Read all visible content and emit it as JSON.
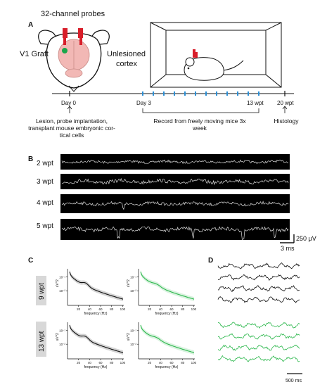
{
  "panel_a": {
    "letter": "A",
    "probes_label": "32-channel probes",
    "graft_label": "V1 Graft",
    "unlesioned_label_1": "Unlesioned",
    "unlesioned_label_2": "cortex",
    "timeline": {
      "day0": "Day 0",
      "day3": "Day 3",
      "wpt13": "13 wpt",
      "wpt20": "20 wpt",
      "lesion_text": [
        "Lesion, probe implantation,",
        "transplant mouse embryonic cor-",
        "tical cells"
      ],
      "record_text": [
        "Record from freely moving mice 3x",
        "week"
      ],
      "histology": "Histology"
    },
    "colors": {
      "probe": "#d81e2a",
      "graft": "#19a64a",
      "brain": "#f2b8b5",
      "tick": "#2b8fd6"
    }
  },
  "panel_b": {
    "letter": "B",
    "rows": [
      {
        "label": "2 wpt",
        "spikes": []
      },
      {
        "label": "3 wpt",
        "spikes": []
      },
      {
        "label": "4 wpt",
        "spikes": [
          0.27
        ]
      },
      {
        "label": "5 wpt",
        "spikes": [
          0.25,
          0.58,
          0.8,
          0.94
        ]
      }
    ],
    "scale_voltage": "250 μV",
    "scale_time": "3 ms",
    "trace_color": "#dcdcdc",
    "bg_color": "#000000"
  },
  "panel_c": {
    "letter": "C",
    "rows": [
      {
        "label": "9 wpt"
      },
      {
        "label": "13 wpt"
      }
    ],
    "xlabel": "frequency (Hz)",
    "ylabel": "uV^2",
    "xticks": [
      "20",
      "40",
      "60",
      "80",
      "100"
    ],
    "yticks": [
      "10⁻¹",
      "10⁻²"
    ],
    "colors": {
      "black_series": "#111111",
      "green_series": "#2db84d"
    }
  },
  "panel_d": {
    "letter": "D",
    "scale_time": "500 ms",
    "black_traces": 4,
    "green_traces": 4,
    "colors": {
      "black": "#111111",
      "green": "#2db84d"
    }
  }
}
